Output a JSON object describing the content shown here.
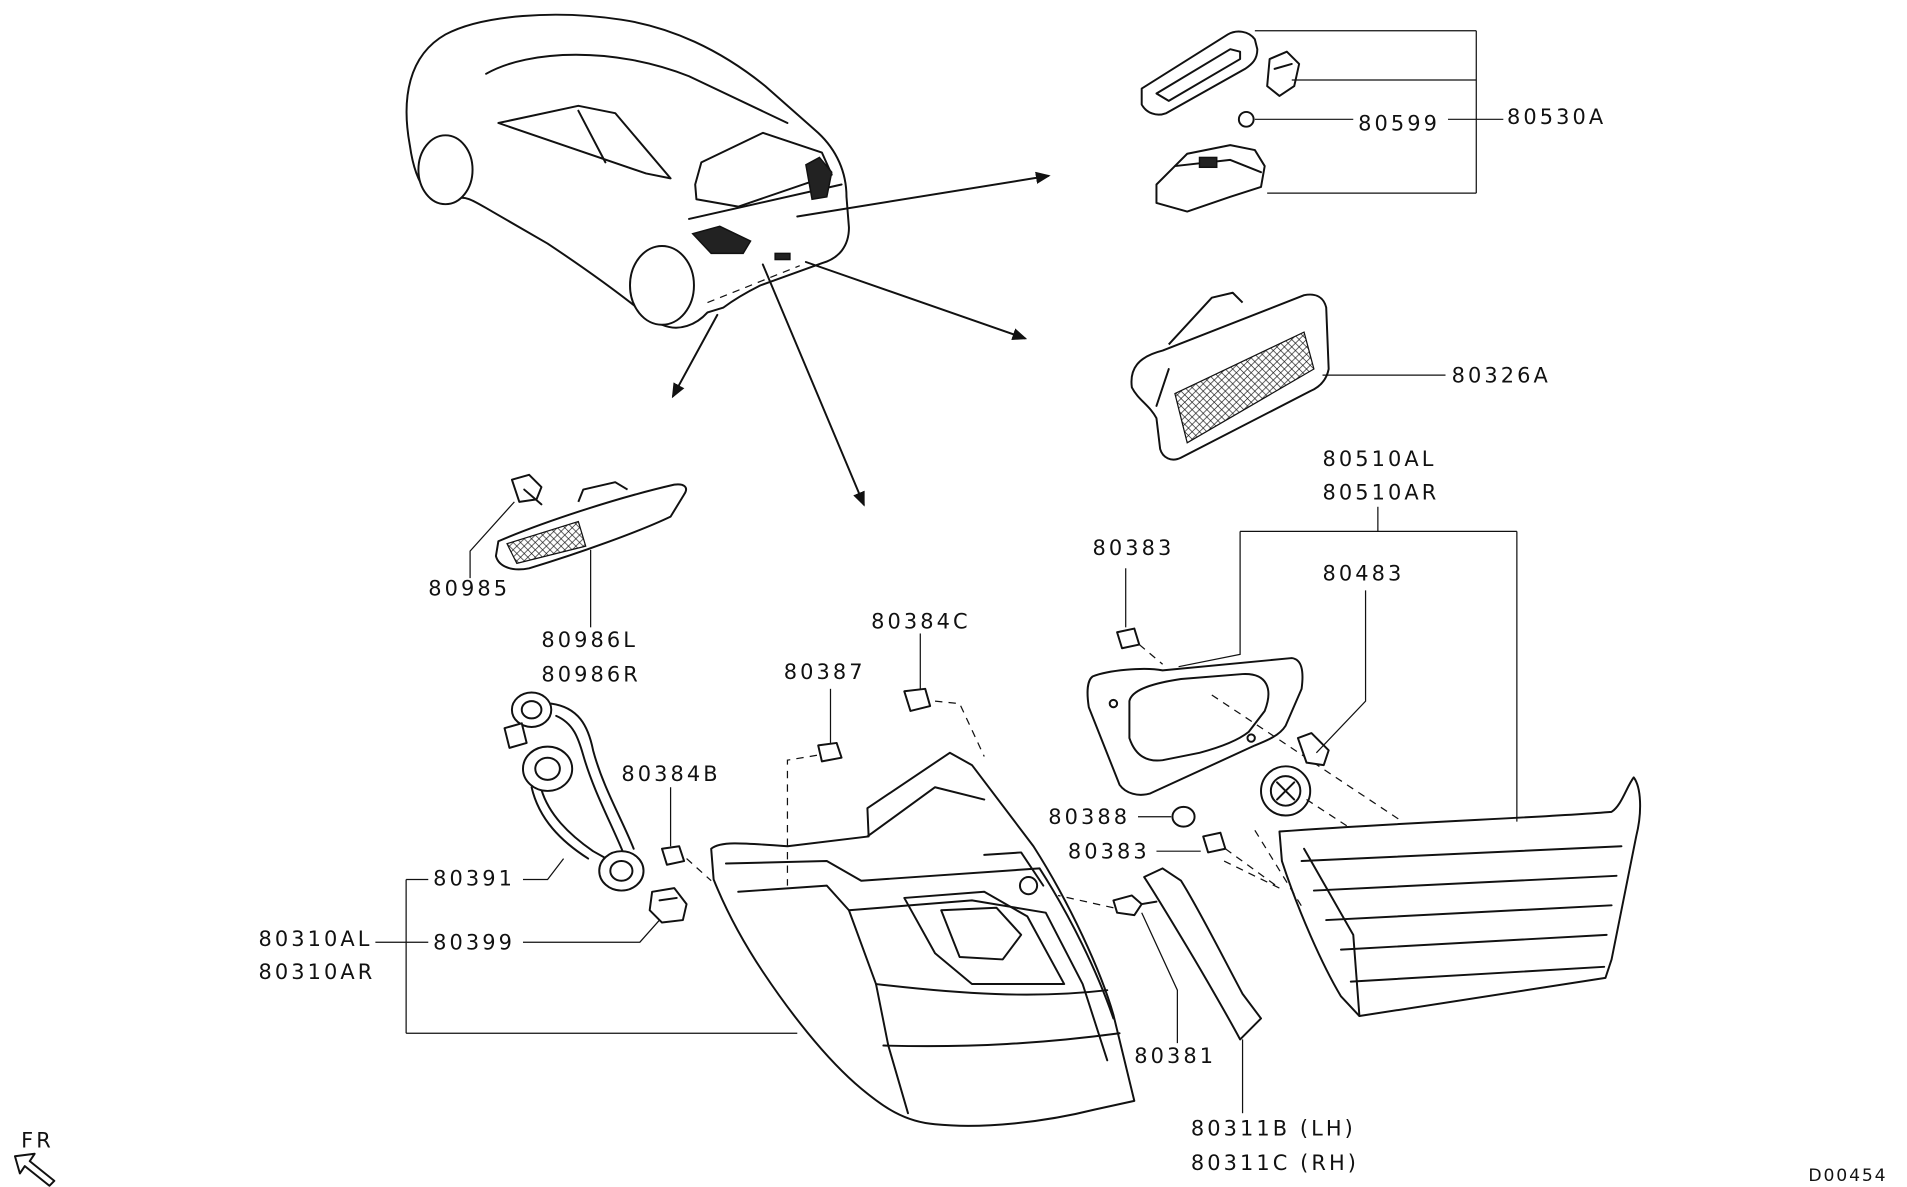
{
  "diagram_code": "D00454",
  "direction_label": "FR",
  "callouts": [
    "80530A",
    "80599",
    "80326A",
    "80510AL",
    "80510AR",
    "80483",
    "80383",
    "80384C",
    "80387",
    "80384B",
    "80985",
    "80986L",
    "80986R",
    "80391",
    "80399",
    "80310AL",
    "80310AR",
    "80388",
    "80383",
    "80381",
    "80311B (LH)",
    "80311C (RH)"
  ]
}
